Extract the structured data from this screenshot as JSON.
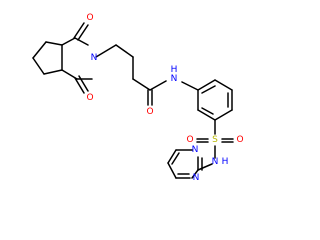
{
  "molecule": {
    "atoms": {
      "o_top": {
        "symbol": "O",
        "color": "#ff0000"
      },
      "n_imide": {
        "symbol": "N",
        "color": "#0000ff"
      },
      "o_bottom": {
        "symbol": "O",
        "color": "#ff0000"
      },
      "o_amide": {
        "symbol": "O",
        "color": "#ff0000"
      },
      "nh_amide": {
        "symbol": "N\nH",
        "color": "#0000ff",
        "lines": [
          "N",
          "H"
        ]
      },
      "o_sulf_top": {
        "symbol": "O",
        "color": "#ff0000"
      },
      "s_sulf": {
        "symbol": "S",
        "color": "#b8b800"
      },
      "o_sulf_bottom": {
        "symbol": "O",
        "color": "#ff0000"
      },
      "nh_sulf": {
        "symbol": "N",
        "suffix": "H",
        "color": "#0000ff"
      },
      "n_pyr_top": {
        "symbol": "N",
        "color": "#0000ff"
      },
      "n_pyr_bottom": {
        "symbol": "N",
        "color": "#0000ff"
      }
    }
  }
}
